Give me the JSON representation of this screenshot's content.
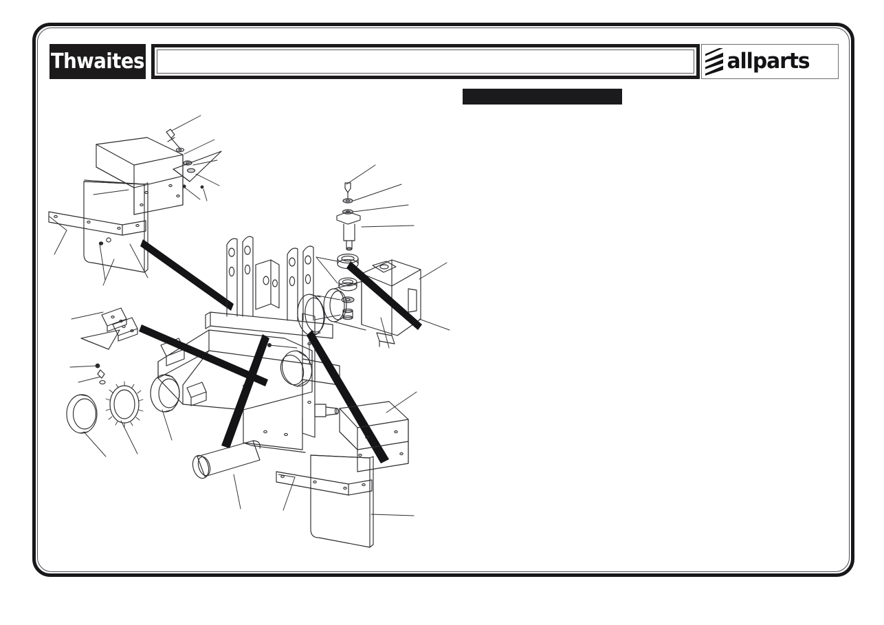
{
  "document": {
    "type": "exploded-parts-diagram",
    "sheet_background": "#ffffff",
    "line_color": "#2b2b2e",
    "frame_color": "#18181a"
  },
  "header": {
    "brand_left": "Thwaites",
    "brand_right": "allparts",
    "title_value": "",
    "title_placeholder": "",
    "stripes_icon": "diagonal-stripes-icon",
    "stripe_count": 4
  },
  "redacted": {
    "bar_label": "",
    "bar_color": "#1b1a1c"
  },
  "diagram": {
    "title": "",
    "part_labels": [
      "",
      "",
      "",
      "",
      "",
      "",
      "",
      "",
      "",
      "",
      "",
      "",
      "",
      "",
      "",
      "",
      "",
      "",
      "",
      "",
      "",
      "",
      "",
      "",
      "",
      "",
      "",
      ""
    ],
    "assemblies": [
      {
        "name": "left-mudguard-assembly",
        "label": ""
      },
      {
        "name": "left-mudflap-clamp-strip",
        "label": ""
      },
      {
        "name": "fastener-stack-upper",
        "label": ""
      },
      {
        "name": "pivot-housing-casting",
        "label": ""
      },
      {
        "name": "bearing-ring-outer",
        "label": ""
      },
      {
        "name": "bearing-ring-inner",
        "label": ""
      },
      {
        "name": "toothed-lock-washer",
        "label": ""
      },
      {
        "name": "seal-ring",
        "label": ""
      },
      {
        "name": "chassis-skip-frame",
        "label": ""
      },
      {
        "name": "cylindrical-sleeve-pin",
        "label": ""
      },
      {
        "name": "right-mudguard-assembly",
        "label": ""
      },
      {
        "name": "right-mudflap-clamp-strip",
        "label": ""
      },
      {
        "name": "small-bracket-pair",
        "label": ""
      }
    ]
  }
}
